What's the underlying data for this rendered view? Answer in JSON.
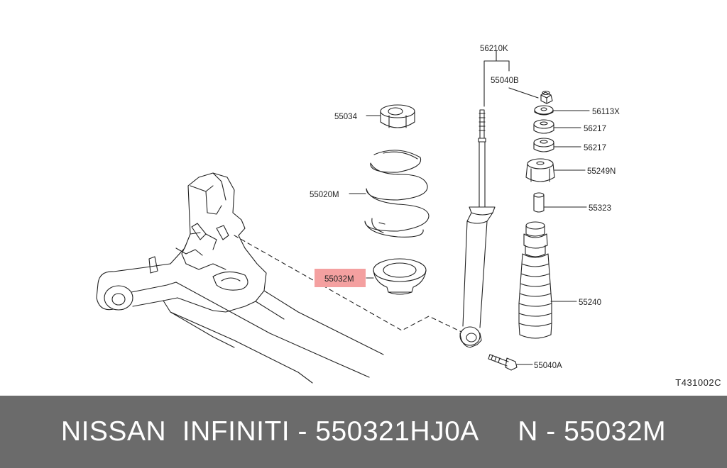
{
  "diagram": {
    "figure_code": "T431002C",
    "highlight_color": "#f4a0a0",
    "callouts": {
      "c56210K": "56210K",
      "c55040B": "55040B",
      "c56113X": "56113X",
      "c56217a": "56217",
      "c56217b": "56217",
      "c55249N": "55249N",
      "c55323": "55323",
      "c55240": "55240",
      "c55040A": "55040A",
      "c55034": "55034",
      "c55020M": "55020M",
      "c55032M": "55032M"
    },
    "highlighted_part": "55032M"
  },
  "footer": {
    "text": "NISSAN  INFINITI - 550321HJ0A     N - 55032M",
    "background": "#6b6b6b"
  }
}
